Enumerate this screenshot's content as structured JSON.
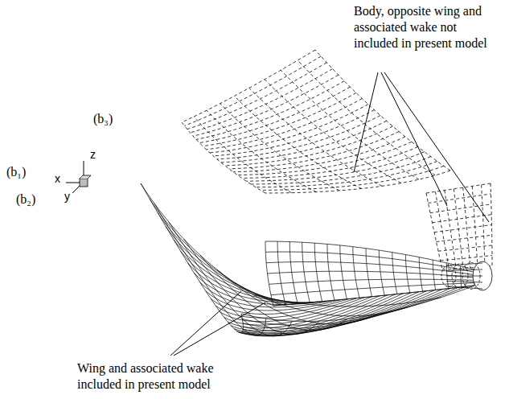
{
  "diagram": {
    "labels": [
      "Body, opposite wing and associated wake not included in present model",
      "(b₃)",
      "z",
      "(b₁)",
      "x",
      "(b₂)",
      "y",
      "Wing and associated wake included in present model"
    ]
  }
}
